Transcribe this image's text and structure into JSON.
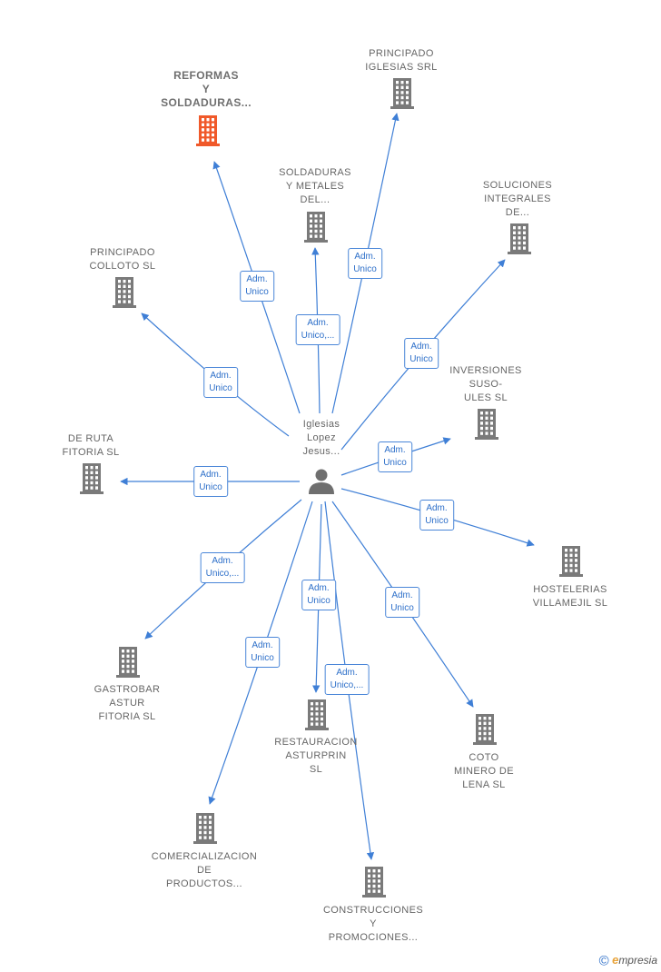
{
  "colors": {
    "edge": "#3f7fd6",
    "building": "#7a7a7a",
    "building_primary": "#f0592a",
    "person": "#6f6f6f"
  },
  "center": {
    "name_lines": [
      "Iglesias",
      "Lopez",
      "Jesus..."
    ]
  },
  "companies": [
    {
      "id": "reformas",
      "lines": [
        "REFORMAS",
        "Y",
        "SOLDADURAS..."
      ],
      "primary": true,
      "badge": [
        "Adm.",
        "Unico"
      ]
    },
    {
      "id": "principado-iglesias",
      "lines": [
        "PRINCIPADO",
        "IGLESIAS SRL"
      ],
      "primary": false,
      "badge": [
        "Adm.",
        "Unico"
      ]
    },
    {
      "id": "soldaduras-metales",
      "lines": [
        "SOLDADURAS",
        "Y METALES",
        "DEL..."
      ],
      "primary": false,
      "badge": [
        "Adm.",
        "Unico,..."
      ]
    },
    {
      "id": "soluciones-integrales",
      "lines": [
        "SOLUCIONES",
        "INTEGRALES",
        "DE..."
      ],
      "primary": false,
      "badge": [
        "Adm.",
        "Unico"
      ]
    },
    {
      "id": "principado-colloto",
      "lines": [
        "PRINCIPADO",
        "COLLOTO  SL"
      ],
      "primary": false,
      "badge": [
        "Adm.",
        "Unico"
      ]
    },
    {
      "id": "inversiones-susoules",
      "lines": [
        "INVERSIONES",
        "SUSO-",
        "ULES SL"
      ],
      "primary": false,
      "badge": [
        "Adm.",
        "Unico"
      ]
    },
    {
      "id": "de-ruta-fitoria",
      "lines": [
        "DE RUTA",
        "FITORIA  SL"
      ],
      "primary": false,
      "badge": [
        "Adm.",
        "Unico"
      ]
    },
    {
      "id": "hostelerias-villamejil",
      "lines": [
        "HOSTELERIAS",
        "VILLAMEJIL SL"
      ],
      "primary": false,
      "badge": [
        "Adm.",
        "Unico"
      ]
    },
    {
      "id": "gastrobar-astur",
      "lines": [
        "GASTROBAR",
        "ASTUR",
        "FITORIA  SL"
      ],
      "primary": false,
      "badge": [
        "Adm.",
        "Unico,..."
      ]
    },
    {
      "id": "restauracion-asturprin",
      "lines": [
        "RESTAURACION",
        "ASTURPRIN",
        "SL"
      ],
      "primary": false,
      "badge": [
        "Adm.",
        "Unico"
      ]
    },
    {
      "id": "coto-minero",
      "lines": [
        "COTO",
        "MINERO DE",
        "LENA  SL"
      ],
      "primary": false,
      "badge": [
        "Adm.",
        "Unico"
      ]
    },
    {
      "id": "comercializacion",
      "lines": [
        "COMERCIALIZACION",
        "DE",
        "PRODUCTOS..."
      ],
      "primary": false,
      "badge": [
        "Adm.",
        "Unico"
      ]
    },
    {
      "id": "construcciones",
      "lines": [
        "CONSTRUCCIONES",
        "Y",
        "PROMOCIONES..."
      ],
      "primary": false,
      "badge": [
        "Adm.",
        "Unico,..."
      ]
    }
  ],
  "footer": {
    "copyright": "©",
    "brand_initial": "e",
    "brand_rest": "mpresia"
  }
}
